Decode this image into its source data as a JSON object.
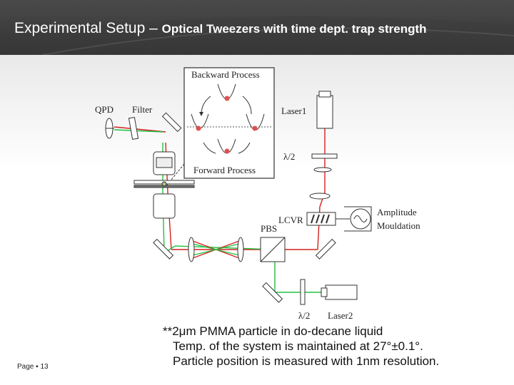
{
  "header": {
    "title_main": "Experimental Setup – ",
    "title_sub": "Optical Tweezers with time dept. trap strength"
  },
  "diagram": {
    "labels": {
      "backward": "Backward Process",
      "forward": "Forward Process",
      "qpd": "QPD",
      "filter": "Filter",
      "laser1": "Laser1",
      "half_wave_1": "λ/2",
      "lcvr": "LCVR",
      "pbs": "PBS",
      "amplitude": "Amplitude",
      "modulation": "Mouldation",
      "half_wave_2": "λ/2",
      "laser2": "Laser2"
    },
    "colors": {
      "red_beam": "#d42020",
      "green_beam": "#22c040"
    }
  },
  "notes": {
    "line1": "**2μm PMMA particle in do-decane liquid",
    "line2": "Temp. of the system is maintained at 27°±0.1°.",
    "line3": "Particle position is measured with 1nm resolution."
  },
  "footer": {
    "page_label": "Page ▪ 13"
  }
}
